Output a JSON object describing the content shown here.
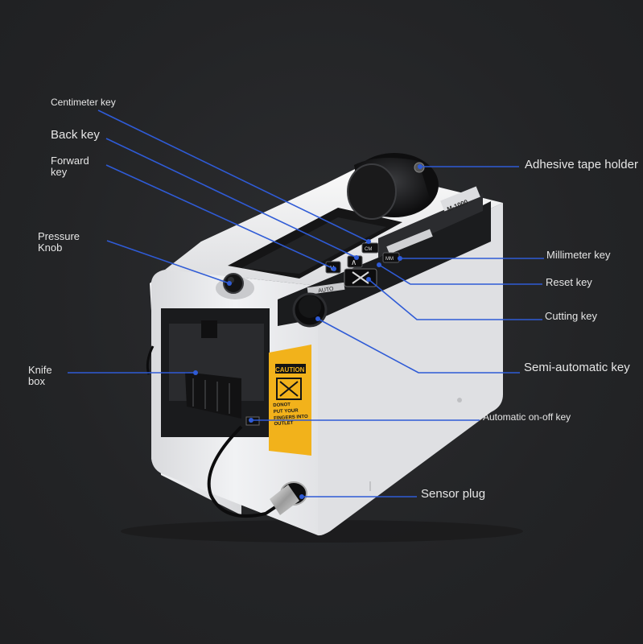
{
  "labels": {
    "centimeter_key": "Centimeter key",
    "back_key": "Back key",
    "forward_key": "Forward\nkey",
    "pressure_knob": "Pressure\nKnob",
    "knife_box": "Knife\nbox",
    "adhesive_tape_holder": "Adhesive tape holder",
    "millimeter_key": "Millimeter key",
    "reset_key": "Reset key",
    "cutting_key": "Cutting key",
    "semi_automatic_key": "Semi-automatic key",
    "automatic_on_off_key": "Automatic on-off key",
    "sensor_plug": "Sensor plug"
  },
  "device": {
    "caution_title": "CAUTION",
    "caution_text": "DONOT\nPUT YOUR\nFINGERS INTO\nOUTLET",
    "auto_label": "AUTO",
    "cm_key": "CM",
    "mm_key": "MM",
    "model_badge": "M-1000"
  },
  "colors": {
    "leader_line": "#2f5bd6",
    "label_text": "#e6e6e6",
    "caution_yellow": "#f2b21b",
    "body_white": "#ecedef"
  }
}
